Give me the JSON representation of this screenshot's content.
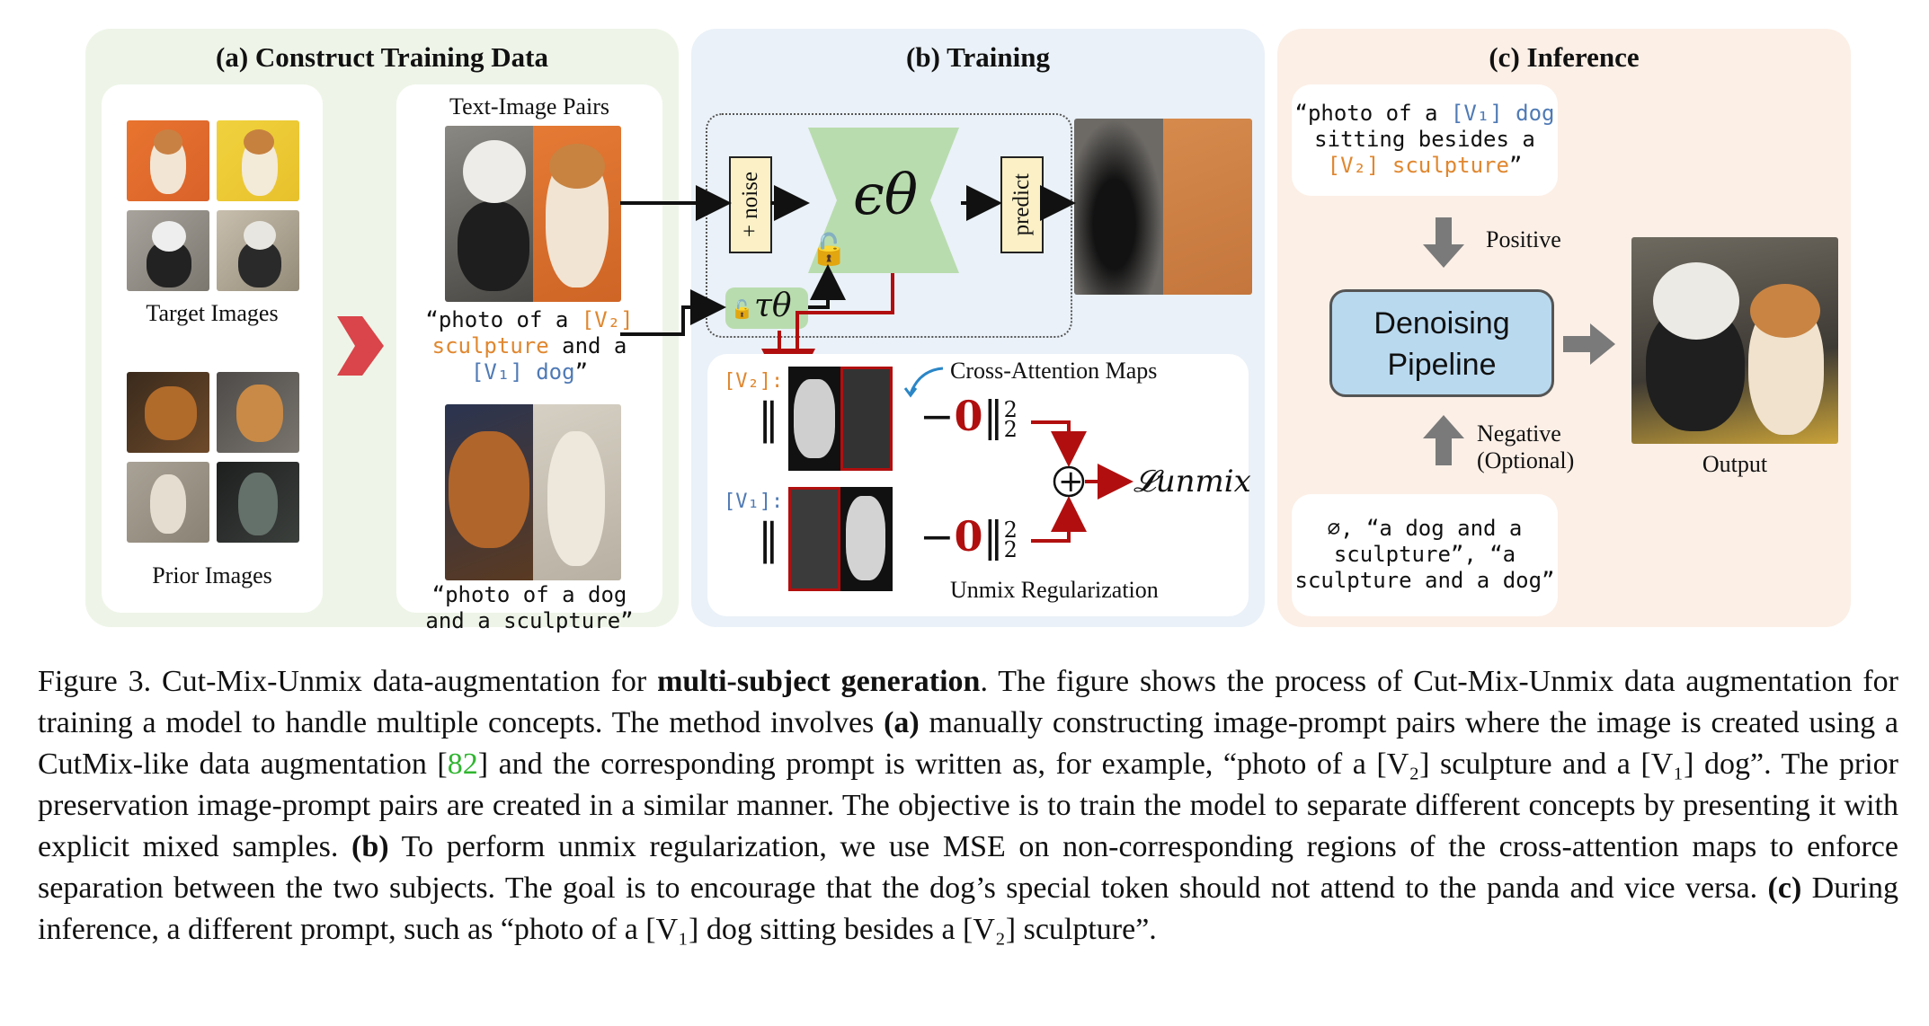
{
  "panel_a": {
    "title": "(a) Construct Training Data",
    "target_label": "Target Images",
    "prior_label": "Prior Images",
    "pairs_title": "Text-Image Pairs",
    "prompt1_a": "“photo of a ",
    "prompt1_v2": "[V₂]",
    "prompt1_b": "sculpture",
    "prompt1_c": " and a",
    "prompt1_v1": "[V₁] dog",
    "prompt1_d": "”",
    "prompt2_line1": "“photo of a dog",
    "prompt2_line2": "and a sculpture”"
  },
  "panel_b": {
    "title": "(b) Training",
    "noise_label": "+ noise",
    "predict_label": "predict",
    "eps_symbol": "ϵθ",
    "tau_symbol": "τθ",
    "v2_token": "[V₂]:",
    "v1_token": "[V₁]:",
    "attn_label": "Cross-Attention Maps",
    "unmix_label": "Unmix Regularization",
    "loss_symbol": "𝓛unmix",
    "norm_minus": "−",
    "norm_zero": "0",
    "norm_close": "‖",
    "norm_sup": "2",
    "norm_sub": "2",
    "norm_open": "‖",
    "plus_symbol": "+"
  },
  "panel_c": {
    "title": "(c) Inference",
    "prompt_l1a": "“photo of a ",
    "prompt_l1b": "[V₁] dog",
    "prompt_l2": "sitting besides a",
    "prompt_l3a": "[V₂] sculpture",
    "prompt_l3b": "”",
    "positive": "Positive",
    "pipeline_l1": "Denoising",
    "pipeline_l2": "Pipeline",
    "negative_l1": "Negative",
    "negative_l2": "(Optional)",
    "neg_prompt_l1": "∅, “a dog and a",
    "neg_prompt_l2": "sculpture”, “a",
    "neg_prompt_l3": "sculpture and a dog”",
    "output_label": "Output"
  },
  "caption": {
    "lead": "Figure 3. Cut-Mix-Unmix data-augmentation for ",
    "bold1": "multi-subject generation",
    "t1": ". The figure shows the process of Cut-Mix-Unmix data augmentation for training a model to handle multiple concepts. The method involves ",
    "bold_a": "(a)",
    "t2": " manually constructing image-prompt pairs where the image is created using a CutMix-like data augmentation [",
    "ref": "82",
    "t3": "] and the corresponding prompt is written as, for example, “photo of a [V₂] sculpture and a [V₁] dog”. The prior preservation image-prompt pairs are created in a similar manner. The objective is to train the model to separate different concepts by presenting it with explicit mixed samples. ",
    "bold_b": "(b)",
    "t4": " To perform unmix regularization, we use MSE on non-corresponding regions of the cross-attention maps to enforce separation between the two subjects. The goal is to encourage that the dog’s special token should not attend to the panda and vice versa. ",
    "bold_c": "(c)",
    "t5": " During inference, a different prompt, such as “photo of a [V₁] dog sitting besides a [V₂] sculpture”."
  },
  "colors": {
    "panel_a_bg": "#eef5e8",
    "panel_b_bg": "#eaf1f8",
    "panel_c_bg": "#fcefe6",
    "unet": "#b9dcae",
    "pipeline": "#b9d9ef",
    "accent_red": "#b10f0f"
  }
}
